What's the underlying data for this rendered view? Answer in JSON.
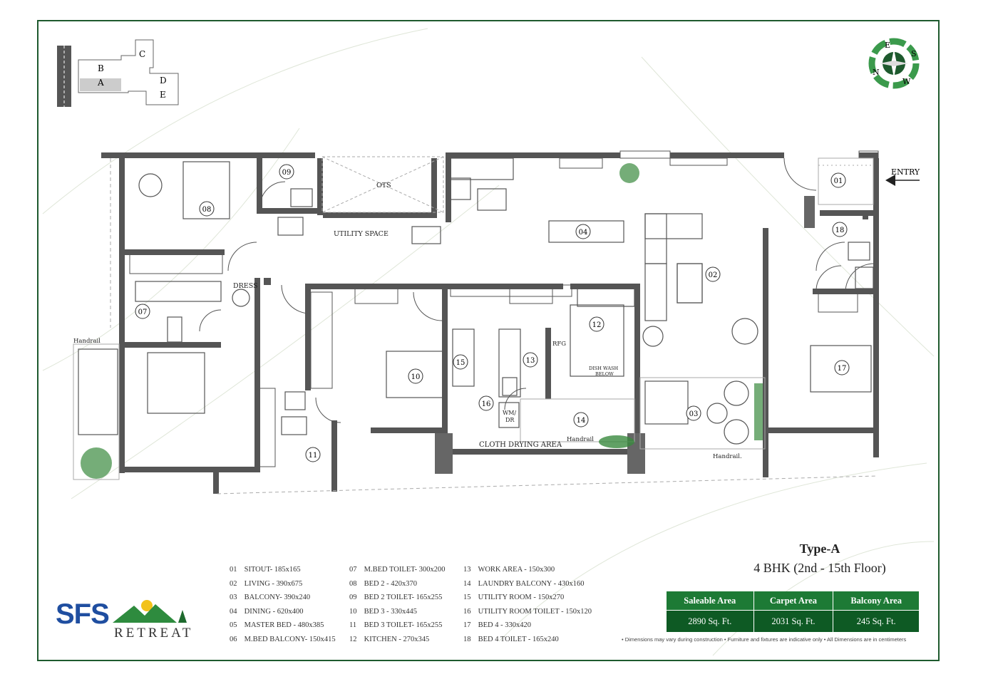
{
  "title": "Type-A",
  "subtitle": "4 BHK (2nd - 15th Floor)",
  "brand": {
    "mark": "SFS",
    "name": "RETREAT"
  },
  "key_plan": {
    "blocks": [
      "C",
      "B",
      "A",
      "D",
      "E"
    ]
  },
  "compass": {
    "labels": [
      "E",
      "S",
      "N",
      "W"
    ]
  },
  "labels": {
    "entry": "ENTRY",
    "ots": "OTS",
    "utility_space": "UTILITY SPACE",
    "dress": "DRESS",
    "handrail_left": "Handrail",
    "handrail_mid": "Handrail",
    "handrail_right": "Handrail.",
    "rfg": "RFG",
    "dish_wash_1": "DISH WASH",
    "dish_wash_2": "BELOW",
    "wm": "WM/",
    "dr": "DR",
    "cloth_drying": "CLOTH DRYING AREA"
  },
  "room_markers": [
    "01",
    "02",
    "03",
    "04",
    "07",
    "08",
    "09",
    "10",
    "11",
    "12",
    "13",
    "14",
    "15",
    "16",
    "17",
    "18"
  ],
  "legend_col1": [
    {
      "n": "01",
      "t": "SITOUT-  185x165"
    },
    {
      "n": "02",
      "t": "LIVING -  390x675"
    },
    {
      "n": "03",
      "t": "BALCONY-  390x240"
    },
    {
      "n": "04",
      "t": "DINING -  620x400"
    },
    {
      "n": "05",
      "t": "MASTER BED -  480x385"
    },
    {
      "n": "06",
      "t": "M.BED BALCONY- 150x415"
    }
  ],
  "legend_col2": [
    {
      "n": "07",
      "t": "M.BED TOILET- 300x200"
    },
    {
      "n": "08",
      "t": "BED 2 -  420x370"
    },
    {
      "n": "09",
      "t": "BED 2 TOILET- 165x255"
    },
    {
      "n": "10",
      "t": "BED 3 -  330x445"
    },
    {
      "n": "11",
      "t": "BED 3 TOILET- 165x255"
    },
    {
      "n": "12",
      "t": "KITCHEN -  270x345"
    }
  ],
  "legend_col3": [
    {
      "n": "13",
      "t": "WORK AREA -  150x300"
    },
    {
      "n": "14",
      "t": "LAUNDRY BALCONY -  430x160"
    },
    {
      "n": "15",
      "t": "UTILITY ROOM -  150x270"
    },
    {
      "n": "16",
      "t": "UTILITY ROOM TOILET -  150x120"
    },
    {
      "n": "17",
      "t": "BED 4  -  330x420"
    },
    {
      "n": "18",
      "t": "BED 4 TOILET -  165x240"
    }
  ],
  "area_table": {
    "headers": [
      "Saleable Area",
      "Carpet Area",
      "Balcony Area"
    ],
    "values": [
      "2890 Sq. Ft.",
      "2031 Sq. Ft.",
      "245 Sq. Ft."
    ]
  },
  "note": "• Dimensions may vary during construction  • Furniture and fixtures are indicative only  • All Dimensions are in centimeters",
  "colors": {
    "frame": "#1e5a2e",
    "wall": "#4a4a4a",
    "table_header": "#1d7a35",
    "table_body": "#0e5a24",
    "brand_blue": "#1f4ea0"
  }
}
